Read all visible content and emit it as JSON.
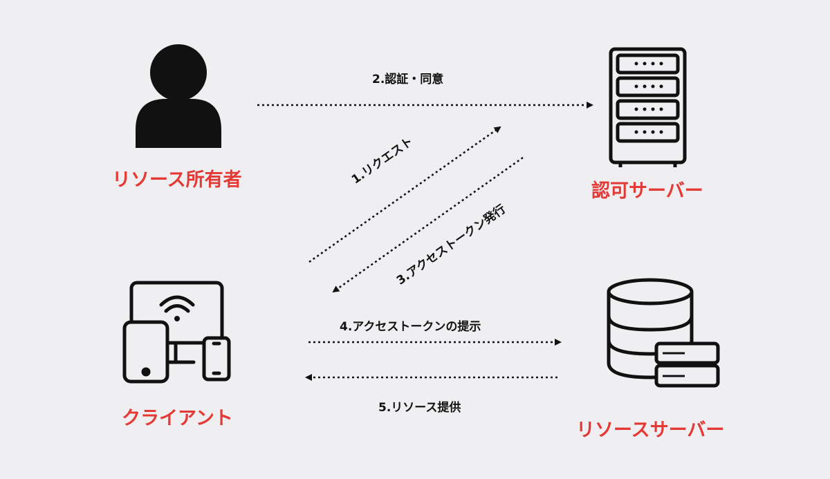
{
  "nodes": {
    "resource_owner": {
      "label": "リソース所有者"
    },
    "auth_server": {
      "label": "認可サーバー"
    },
    "client": {
      "label": "クライアント"
    },
    "resource_server": {
      "label": "リソースサーバー"
    }
  },
  "flows": [
    {
      "label": "1.リクエスト"
    },
    {
      "label": "2.認証・同意"
    },
    {
      "label": "3.アクセストークン発行"
    },
    {
      "label": "4.アクセストークンの提示"
    },
    {
      "label": "5.リソース提供"
    }
  ],
  "colors": {
    "node_label": "#e53935",
    "icon": "#111111",
    "arrow": "#111111",
    "background": "#efeef0"
  },
  "icons": {
    "resource_owner": "person-icon",
    "auth_server": "server-rack-icon",
    "client": "devices-icon",
    "resource_server": "database-server-icon"
  }
}
